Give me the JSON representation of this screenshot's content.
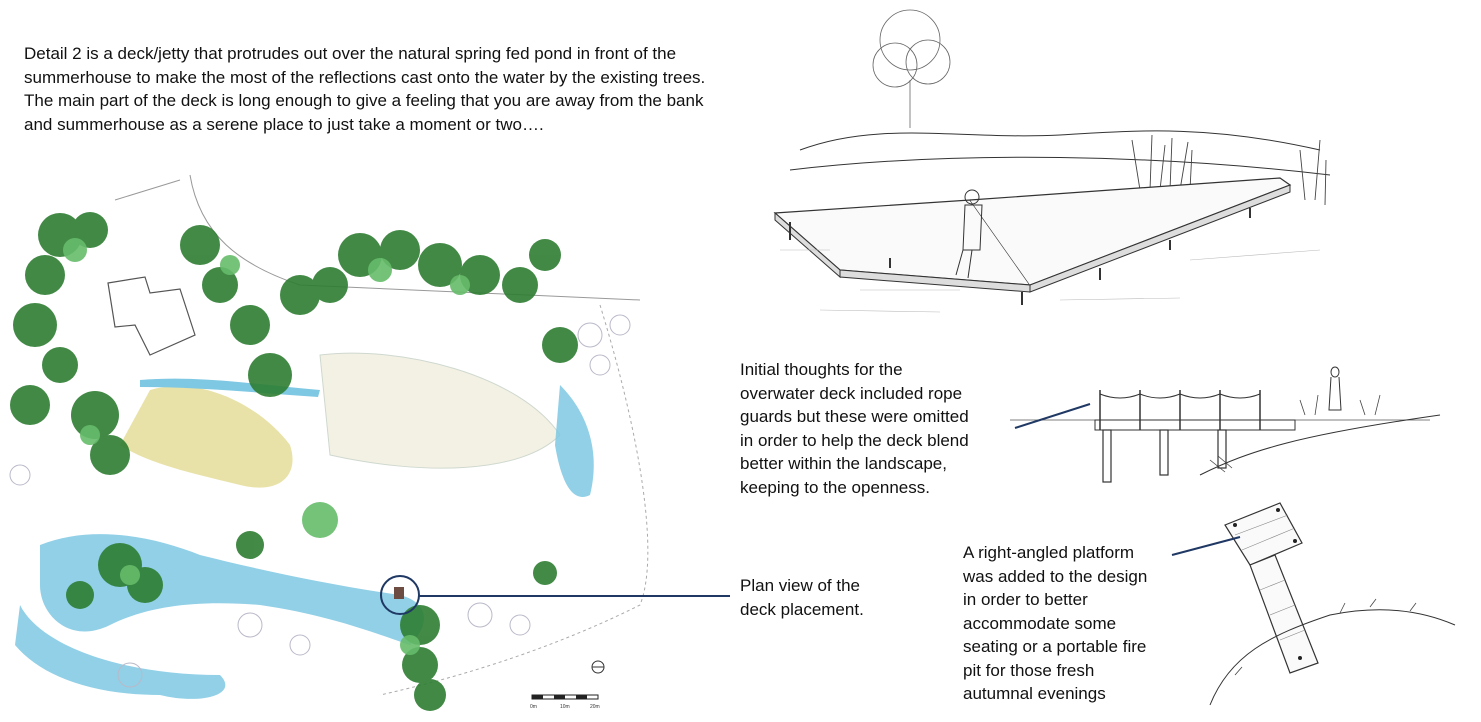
{
  "intro": {
    "line1": "Detail 2 is a deck/jetty that protrudes out over the natural spring fed pond in front of the",
    "line2": "summerhouse to make the most of the reflections cast onto the water by the existing trees.",
    "line3": "The main part of the deck is long enough to give a feeling that you are away from the bank",
    "line4": "and summerhouse as a serene place to just take a moment or two…."
  },
  "rope_note": {
    "line1": "Initial thoughts for the",
    "line2": "overwater deck included rope",
    "line3": "guards but these were omitted",
    "line4": "in order to help the deck blend",
    "line5": "better within the landscape,",
    "line6": "keeping to the openness."
  },
  "plan_note": {
    "line1": "Plan view of the",
    "line2": "deck placement."
  },
  "platform_note": {
    "line1": "A right-angled platform",
    "line2": "was added to the design",
    "line3": "in order to better",
    "line4": "accommodate some",
    "line5": "seating or a portable fire",
    "line6": "pit for those fresh",
    "line7": "autumnal evenings"
  },
  "colors": {
    "text": "#111111",
    "leader": "#1f3864",
    "tree_dark": "#2e7d32",
    "tree_light": "#66bb6a",
    "water": "#7ec8e3",
    "lawn": "#e9e2a8"
  },
  "scale_bar": {
    "label_0": "0m",
    "label_10": "10m",
    "label_20": "20m"
  }
}
